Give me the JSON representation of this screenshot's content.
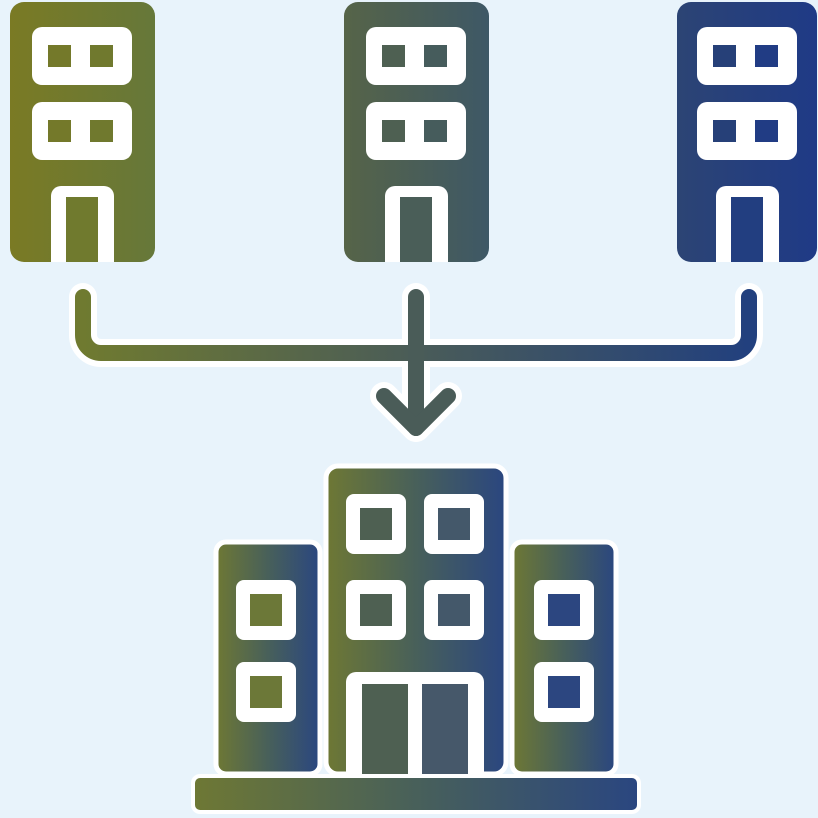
{
  "diagram": {
    "type": "merger-icon",
    "source_buildings": [
      {
        "id": "building-left",
        "icon": "small-office-building-icon",
        "color": "#727a2c"
      },
      {
        "id": "building-middle",
        "icon": "small-office-building-icon",
        "color": "#4c5f58"
      },
      {
        "id": "building-right",
        "icon": "small-office-building-icon",
        "color": "#253c7e"
      }
    ],
    "connector": {
      "icon": "merge-arrow-down-icon"
    },
    "result_building": {
      "icon": "large-office-complex-icon"
    },
    "colors": {
      "background": "#e8f3fb",
      "olive": "#74792a",
      "slate": "#4a5c58",
      "navy": "#223c82",
      "window_fill": "#ffffff"
    }
  }
}
